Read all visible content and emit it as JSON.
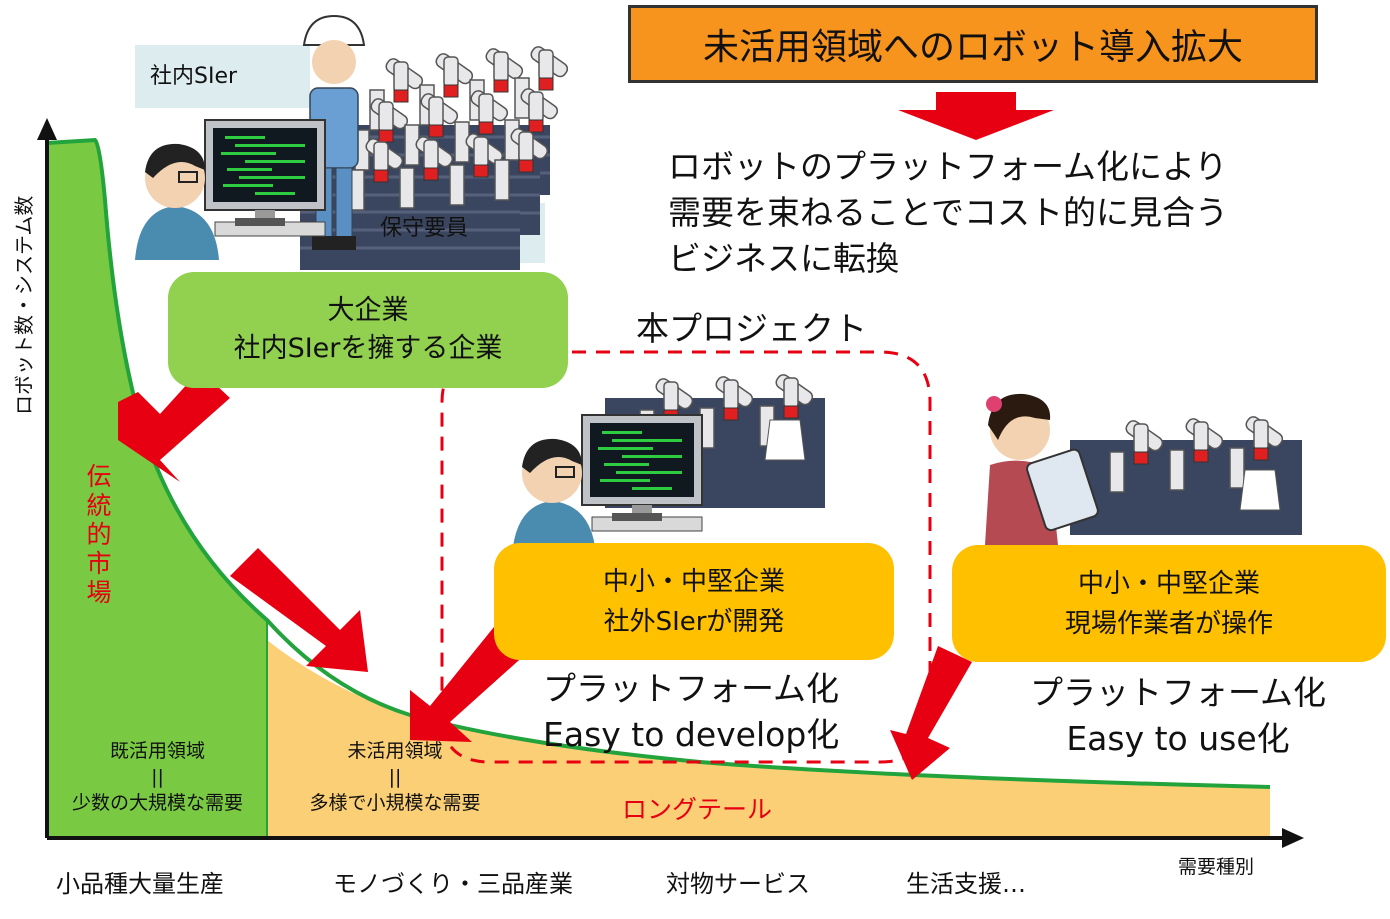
{
  "title": "未活用領域へのロボット導入拡大",
  "strategy_lines": [
    "ロボットのプラットフォーム化により",
    "需要を束ねることでコスト的に見合う",
    "ビジネスに転換"
  ],
  "y_axis_label": "ロボット数・システム数",
  "x_axis_label": "需要種別",
  "illustration_labels": {
    "in_house_sier": "社内SIer",
    "maintenance": "保守要員"
  },
  "large_company_box": {
    "line1": "大企業",
    "line2": "社内SIerを擁する企業"
  },
  "project_label": "本プロジェクト",
  "sme_dev_box": {
    "line1": "中小・中堅企業",
    "line2": "社外SIerが開発"
  },
  "sme_use_box": {
    "line1": "中小・中堅企業",
    "line2": "現場作業者が操作"
  },
  "platform_dev": {
    "line1": "プラットフォーム化",
    "line2": "Easy to develop化"
  },
  "platform_use": {
    "line1": "プラットフォーム化",
    "line2": "Easy to use化"
  },
  "traditional_market": [
    "伝",
    "統",
    "的",
    "市",
    "場"
  ],
  "existing_area": {
    "line1": "既活用領域",
    "line2": "||",
    "line3": "少数の大規模な需要"
  },
  "unused_area": {
    "line1": "未活用領域",
    "line2": "||",
    "line3": "多様で小規模な需要"
  },
  "long_tail": "ロングテール",
  "categories": [
    "小品種大量生産",
    "モノづくり・三品産業",
    "対物サービス",
    "生活支援…"
  ],
  "colors": {
    "green_area": "#7ac943",
    "orange_area": "#fbcf75",
    "curve": "#22a33c",
    "arrow": "#e60012",
    "title_bg": "#f7941d",
    "green_box": "#92d050",
    "yellow_box": "#ffc000"
  }
}
